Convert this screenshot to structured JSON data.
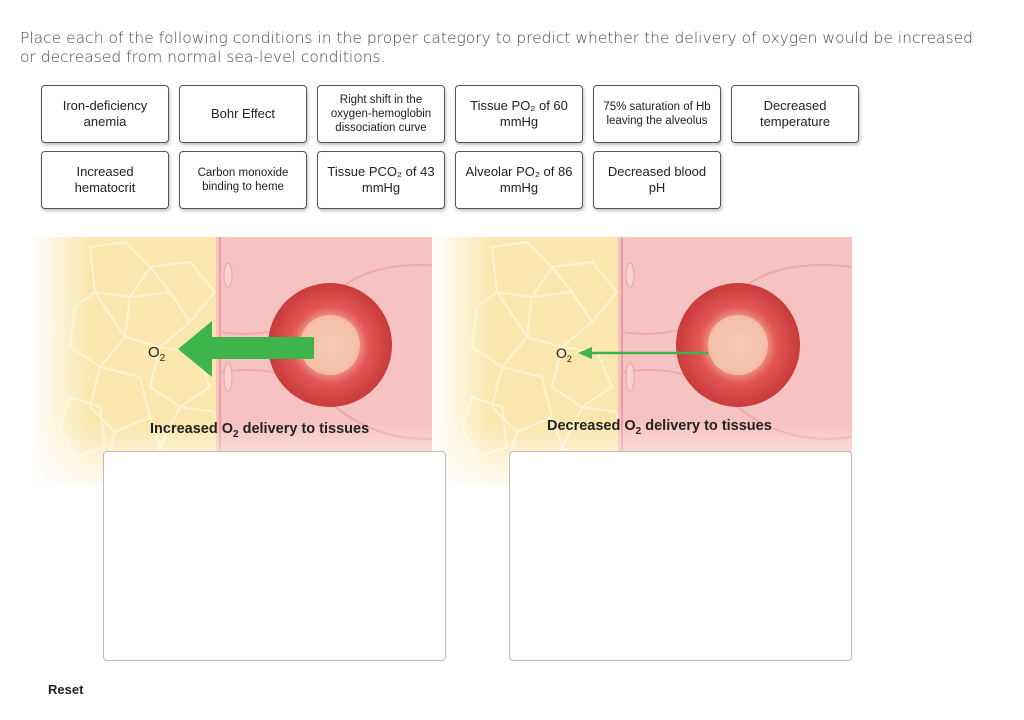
{
  "instructions": "Place each of the following conditions in the proper category to predict whether the delivery of oxygen would be increased or decreased from normal sea-level conditions.",
  "cards": [
    {
      "label": "Iron-deficiency anemia"
    },
    {
      "label": "Bohr Effect"
    },
    {
      "label": "Right shift in the oxygen-hemoglobin dissociation curve"
    },
    {
      "label": "Tissue PO₂ of 60 mmHg"
    },
    {
      "label": "75% saturation of Hb leaving the alveolus"
    },
    {
      "label": "Decreased temperature"
    },
    {
      "label": "Increased hematocrit"
    },
    {
      "label": "Carbon monoxide binding to heme"
    },
    {
      "label": "Tissue PCO₂ of 43 mmHg"
    },
    {
      "label": "Alveolar PO₂ of 86 mmHg"
    },
    {
      "label": "Decreased blood pH"
    }
  ],
  "panels": {
    "increased": {
      "o2_label": "O",
      "o2_sub": "2",
      "caption_pre": "Increased O",
      "caption_sub": "2",
      "caption_post": " delivery to tissues"
    },
    "decreased": {
      "o2_label": "O",
      "o2_sub": "2",
      "caption_pre": "Decreased O",
      "caption_sub": "2",
      "caption_post": " delivery to tissues"
    }
  },
  "colors": {
    "arrow": "#3db54a",
    "tissue": "#fbe9b4",
    "vessel": "#f7c4c4",
    "rbc": "#e55555"
  },
  "reset_label": "Reset"
}
